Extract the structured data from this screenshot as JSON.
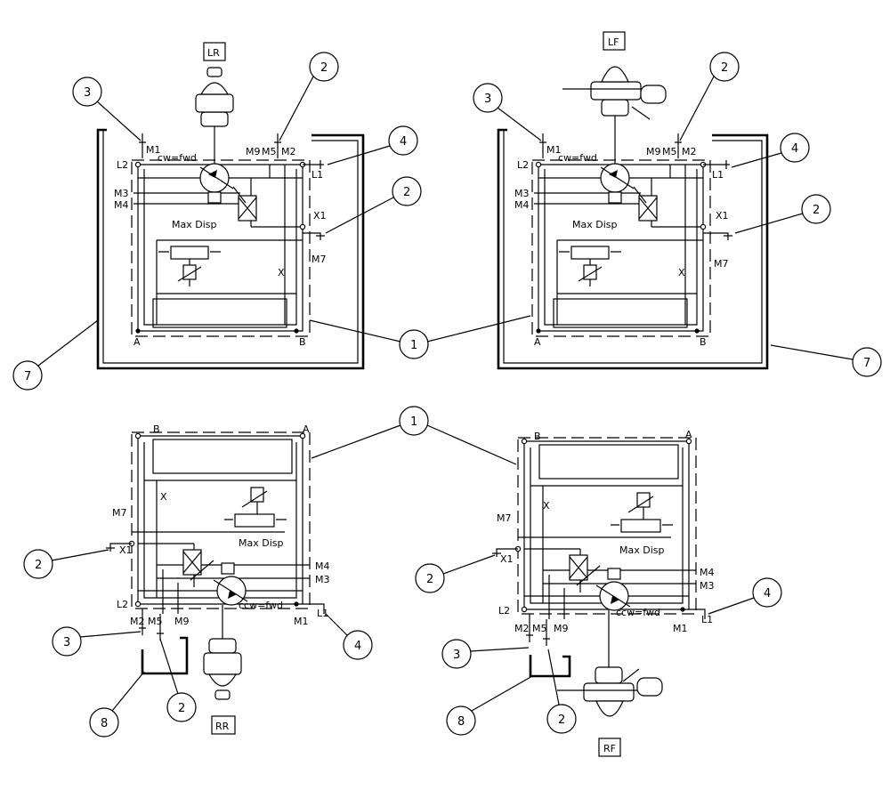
{
  "circuits": [
    {
      "id": "LR",
      "wheel_label": "LR",
      "ports": {
        "m1": "M1",
        "m2": "M2",
        "m3": "M3",
        "m4": "M4",
        "m5": "M5",
        "m7": "M7",
        "m9": "M9",
        "l1": "L1",
        "l2": "L2",
        "x1": "X1",
        "a": "A",
        "b": "B",
        "x": "X"
      },
      "rotation": "cw=fwd",
      "max_disp": "Max Disp",
      "callouts": {
        "c1": "1",
        "c2a": "2",
        "c2b": "2",
        "c3": "3",
        "c4": "4",
        "c7": "7"
      }
    },
    {
      "id": "LF",
      "wheel_label": "LF",
      "ports": {
        "m1": "M1",
        "m2": "M2",
        "m3": "M3",
        "m4": "M4",
        "m5": "M5",
        "m7": "M7",
        "m9": "M9",
        "l1": "L1",
        "l2": "L2",
        "x1": "X1",
        "a": "A",
        "b": "B",
        "x": "X"
      },
      "rotation": "cw=fwd",
      "max_disp": "Max Disp",
      "callouts": {
        "c2a": "2",
        "c2b": "2",
        "c3": "3",
        "c4": "4",
        "c7": "7"
      }
    },
    {
      "id": "RR",
      "wheel_label": "RR",
      "ports": {
        "m1": "M1",
        "m2": "M2",
        "m3": "M3",
        "m4": "M4",
        "m5": "M5",
        "m7": "M7",
        "m9": "M9",
        "l1": "L1",
        "l2": "L2",
        "x1": "X1",
        "a": "A",
        "b": "B",
        "x": "X"
      },
      "rotation": "ccw=fwd",
      "max_disp": "Max Disp",
      "callouts": {
        "c1": "1",
        "c2a": "2",
        "c2b": "2",
        "c3": "3",
        "c4": "4",
        "c8": "8"
      }
    },
    {
      "id": "RF",
      "wheel_label": "RF",
      "ports": {
        "m1": "M1",
        "m2": "M2",
        "m3": "M3",
        "m4": "M4",
        "m5": "M5",
        "m7": "M7",
        "m9": "M9",
        "l1": "L1",
        "l2": "L2",
        "x1": "X1",
        "a": "A",
        "b": "B",
        "x": "X"
      },
      "rotation": "ccw=fwd",
      "max_disp": "Max Disp",
      "callouts": {
        "c2a": "2",
        "c2b": "2",
        "c3": "3",
        "c4": "4",
        "c8": "8"
      }
    }
  ]
}
